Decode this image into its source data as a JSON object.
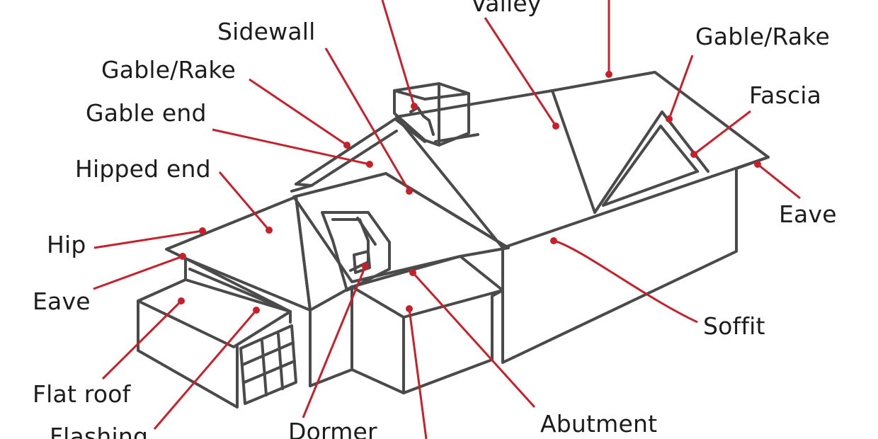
{
  "labels": {
    "sidewall": "Sidewall",
    "valley": "Valley",
    "gable_rake_left": "Gable/Rake",
    "gable_rake_right": "Gable/Rake",
    "gable_end": "Gable end",
    "fascia": "Fascia",
    "hipped_end": "Hipped end",
    "eave_right": "Eave",
    "hip": "Hip",
    "eave_left": "Eave",
    "soffit": "Soffit",
    "flat_roof": "Flat roof",
    "abutment": "Abutment",
    "flashing": "Flashing",
    "dormer": "Dormer"
  },
  "colors": {
    "leader": "#c8202a",
    "outline": "#4a4a4a",
    "text": "#1c1c1c"
  }
}
